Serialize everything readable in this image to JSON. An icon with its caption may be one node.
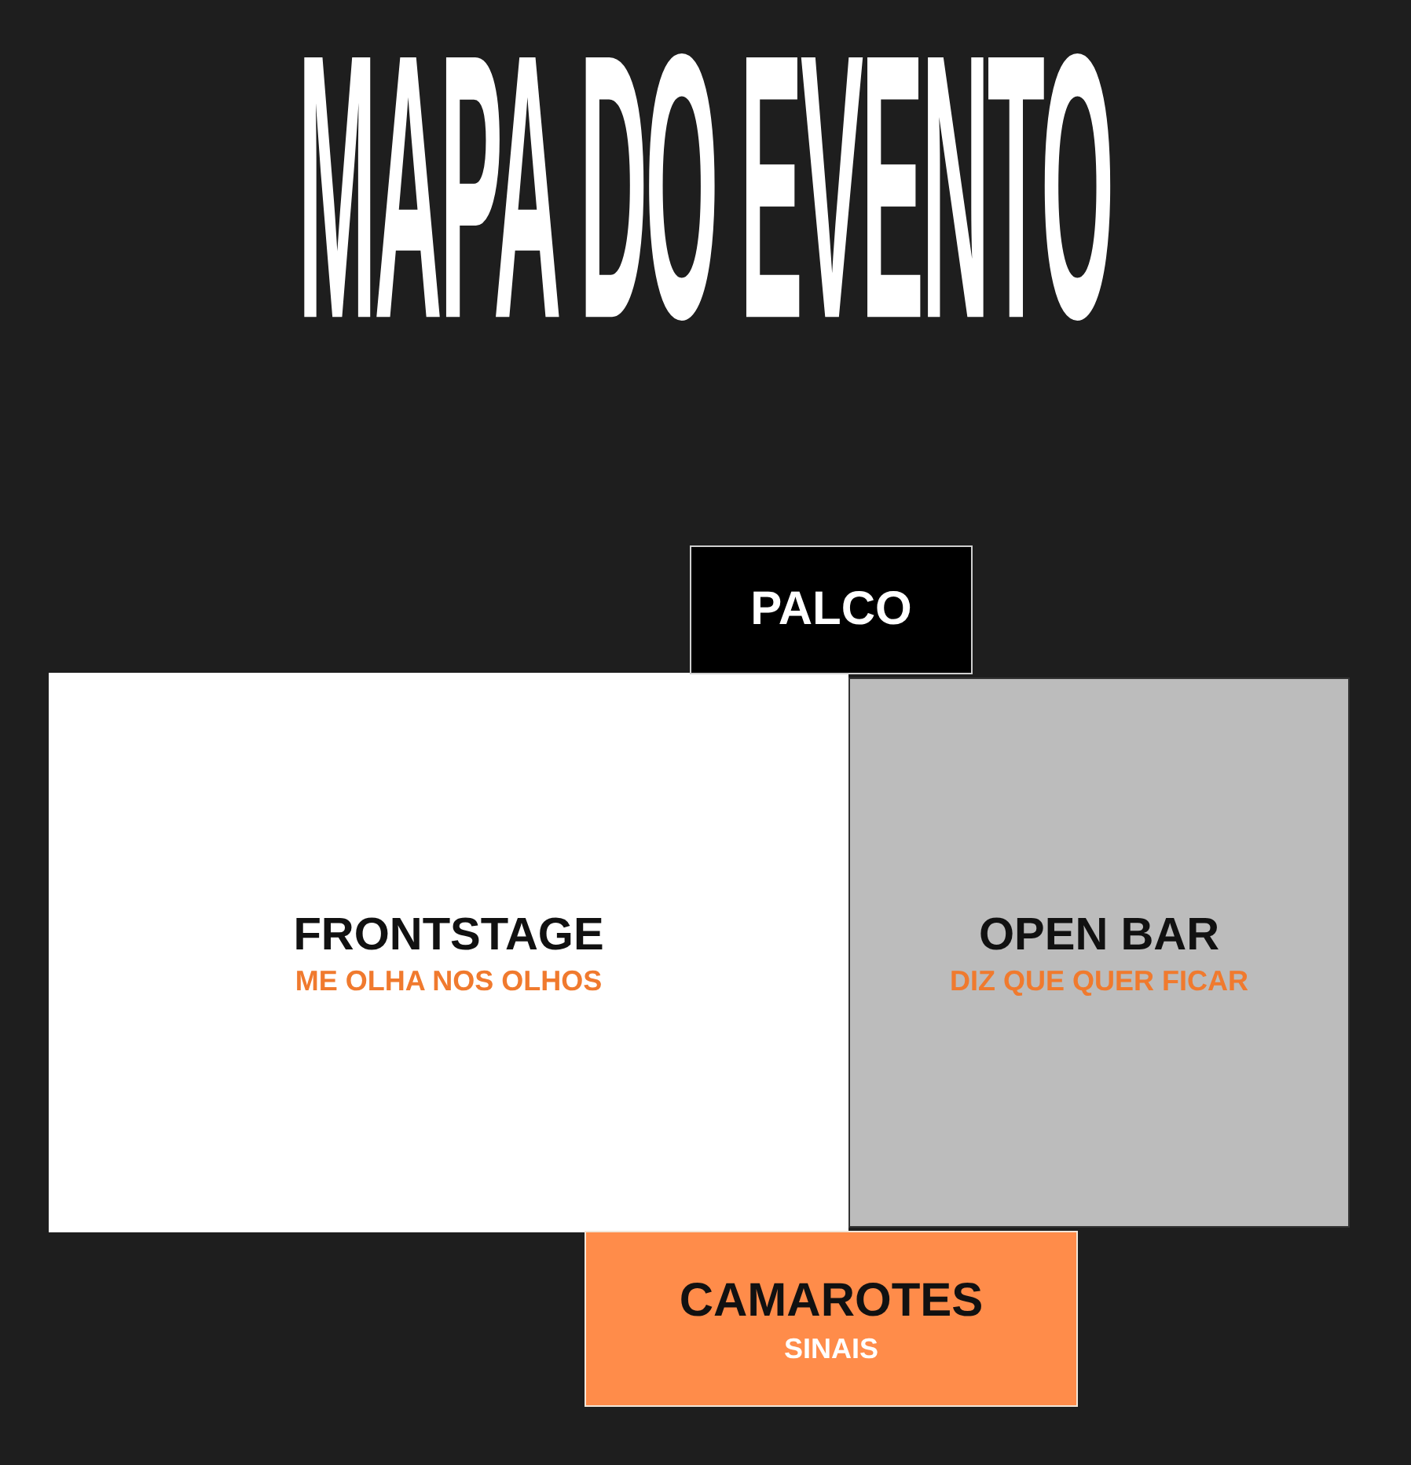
{
  "diagram": {
    "title": "MAPA DO EVENTO",
    "nodes": [
      {
        "text": [
          "PALCO"
        ]
      },
      {
        "text": [
          "FRONTSTAGE",
          "ME OLHA NOS OLHOS"
        ]
      },
      {
        "text": [
          "OPEN BAR",
          "DIZ QUE QUER FICAR"
        ]
      },
      {
        "text": [
          "CAMAROTES",
          "SINAIS"
        ]
      }
    ]
  }
}
